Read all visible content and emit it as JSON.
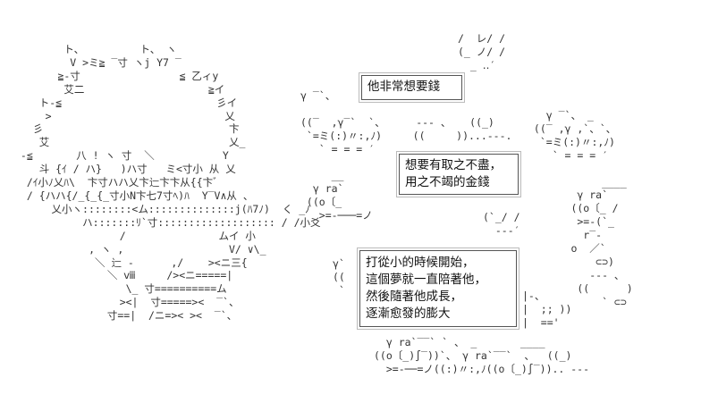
{
  "art": {
    "character_face": [
      "        ト、         ト、 ヽ",
      "         V >ミ≧ ‾寸 ヽj Y7 ‾",
      "       ≧-寸                ≦ 乙ィy",
      "        艾二                    ≧イ",
      "    ト-≦                         彡イ",
      "     >                            乂",
      "   彡                              卞",
      "    艾                             乂_",
      " -≦       八 ! ヽ 寸  ＼           Y",
      "    斗 {ｲ / ハ}   )ハ寸   ミ<寸小 从 乂",
      "  /ｲ小ﾉ乂ﾊ\\  卞寸ハハ乂卞辷卞卞从{{卞ﾞ",
      "  / {ハハ{/_{_{_寸小N卞七7寸ﾍ)ﾊ  Y‾V∧从 、",
      "      乂小ヽ::::::::<ム::::::::::::::j(ﾊ7ﾉ)  く _ﾉ",
      "           ハ:::::::ﾘ`寸::::::::::::::::::: / /小爻",
      "                 /               ムイ 小",
      "            , ヽ ,                 V/ ∨\\_",
      "             ＼ 辷 -      ,/    ><ニ三{",
      "               ＼ ⅷ     /><ニ=====|",
      "                  \\_ 寸==========ム",
      "                 ><|  寸=====><  ‾`、",
      "               寸==|  /ニ=>< ><  ‾`、"
    ],
    "top_right_hair": [
      "/  レ/ /",
      "(_ ノ/ /",
      "  _ ‥′"
    ],
    "group_top_left": [
      "γ ‾`、",
      "",
      "((‾  ,γ‾`  `、     --- 、   ((_)",
      " `=ミ(:)〃:,ﾉ)     ((     ))...---.",
      "   ` = = = ′",
      "",
      "     __",
      "  γ ra`",
      " ((ο〔_",
      "   >=-───=ノ"
    ],
    "group_top_right": [
      "   γ ‾`、 _",
      " ((‾ ,γ ,`、`、",
      "  `=ミ(:)〃:,ﾉ)",
      "    ` = = = ′",
      "",
      "            ____",
      "        γ ra`",
      "       ((ο〔_ /",
      "        >=-(`_",
      "         r‾-",
      "       ο  ／`",
      "           ⊂⊃)",
      "          --- 、",
      "        ((      )",
      "            ` ⊂⊃"
    ],
    "middle_right": [
      "(`_/ /",
      "  --‐′"
    ],
    "middle_right2": [
      "|-、",
      "|  ;; ))",
      "|  =='"
    ],
    "small_left_bubbles": [
      "γ`",
      "((",
      " `"
    ],
    "bottom_group": [
      "  γ ra`‾‾` ` 、 _       ____",
      "((ο〔_)∫‾))`、 γ ra`‾‾`  、  ((_)",
      "  >=-──=ノ((:)〃:,ﾉ((ο〔_)∫‾)).. ---"
    ]
  },
  "speech": {
    "box1": [
      "他非常想要錢"
    ],
    "box2": [
      "想要有取之不盡，",
      "用之不竭的金錢"
    ],
    "box3": [
      "打從小的時候開始，",
      "這個夢就一直陪著他，",
      "然後隨著他成長，",
      "逐漸愈發的膨大"
    ]
  }
}
